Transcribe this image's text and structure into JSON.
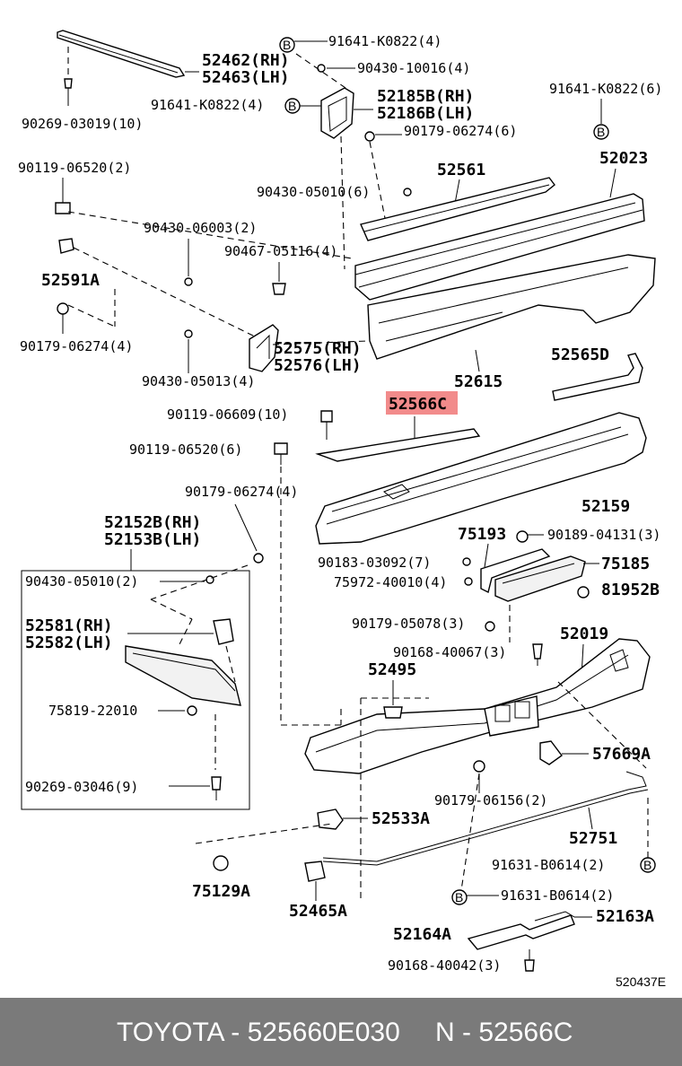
{
  "diagram": {
    "labels": {
      "p91641_K0822_top": "91641-K0822(4)",
      "p52462": "52462(RH)",
      "p52463": "52463(LH)",
      "p90430_10016": "90430-10016(4)",
      "p90269_03019": "90269-03019(10)",
      "p91641_K0822_mid": "91641-K0822(4)",
      "p52185B": "52185B(RH)",
      "p52186B": "52186B(LH)",
      "p91641_K0822_right": "91641-K0822(6)",
      "p90179_06274_top": "90179-06274(6)",
      "p90119_06520_top": "90119-06520(2)",
      "p52561": "52561",
      "p52023": "52023",
      "p90430_05010_top": "90430-05010(6)",
      "p90430_06003": "90430-06003(2)",
      "p90467_05116": "90467-05116(4)",
      "p52591A": "52591A",
      "p52575": "52575(RH)",
      "p52576": "52576(LH)",
      "p90179_06274_left": "90179-06274(4)",
      "p90430_05013": "90430-05013(4)",
      "p52615": "52615",
      "p52565D": "52565D",
      "p52566C": "52566C",
      "p90119_06609": "90119-06609(10)",
      "p90119_06520_mid": "90119-06520(6)",
      "p90179_06274_mid": "90179-06274(4)",
      "p52159": "52159",
      "p52152B": "52152B(RH)",
      "p52153B": "52153B(LH)",
      "p75193": "75193",
      "p90189_04131": "90189-04131(3)",
      "p90183_03092": "90183-03092(7)",
      "p75185": "75185",
      "p90430_05010_box": "90430-05010(2)",
      "p75972_40010": "75972-40010(4)",
      "p81952B": "81952B",
      "p52581": "52581(RH)",
      "p52582": "52582(LH)",
      "p90179_05078": "90179-05078(3)",
      "p90168_40067": "90168-40067(3)",
      "p52019": "52019",
      "p52495": "52495",
      "p75819_22010": "75819-22010",
      "p57669A": "57669A",
      "p90269_03046": "90269-03046(9)",
      "p90179_06156": "90179-06156(2)",
      "p52533A": "52533A",
      "p52751": "52751",
      "p91631_B0614_right": "91631-B0614(2)",
      "p75129A": "75129A",
      "p91631_B0614_bottom": "91631-B0614(2)",
      "p52465A": "52465A",
      "p52164A": "52164A",
      "p52163A": "52163A",
      "p90168_40042": "90168-40042(3)",
      "diagram_id": "520437E"
    },
    "callout_letter": "B",
    "highlight_color": "#f28b8b"
  },
  "footer": {
    "left_text": "TOYOTA - 525660E030",
    "right_text": "N - 52566C",
    "background": "#7a7a7a"
  }
}
